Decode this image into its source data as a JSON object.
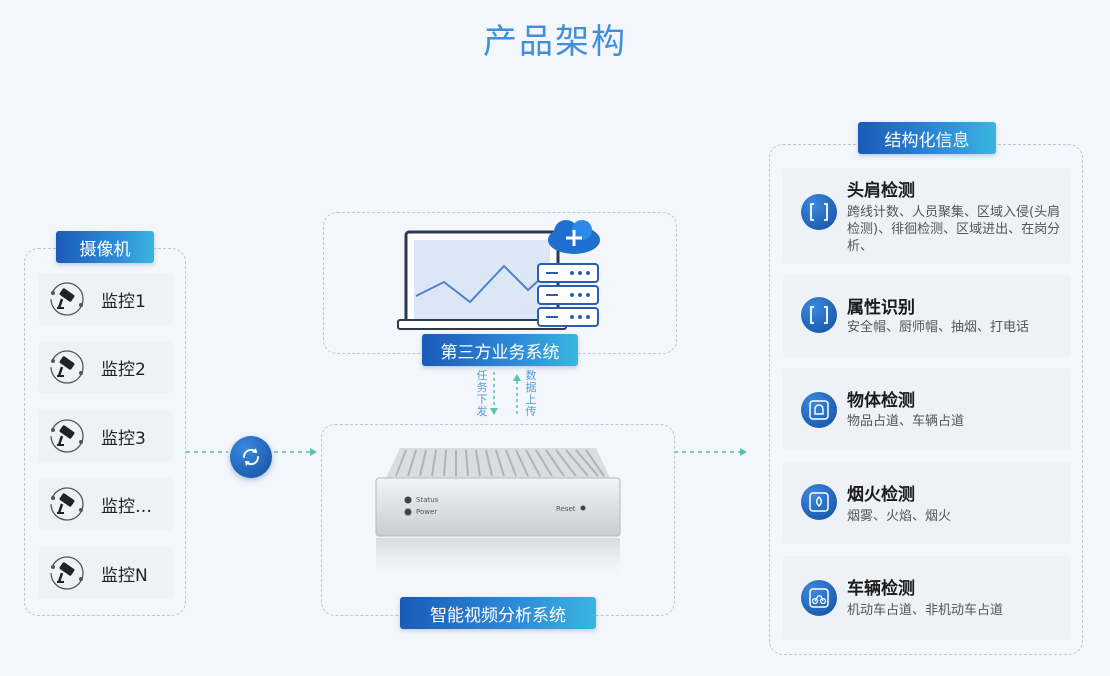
{
  "title": "产品架构",
  "cameras": {
    "label": "摄像机",
    "items": [
      "监控1",
      "监控2",
      "监控3",
      "监控…",
      "监控N"
    ]
  },
  "third_party": {
    "label": "第三方业务系统"
  },
  "video_system": {
    "label": "智能视频分析系统",
    "device_labels": {
      "status": "Status",
      "power": "Power",
      "reset": "Reset"
    }
  },
  "flows": {
    "down": "任务下发",
    "up": "数据上传"
  },
  "structured": {
    "label": "结构化信息",
    "items": [
      {
        "title": "头肩检测",
        "desc": "跨线计数、人员聚集、区域入侵(头肩检测)、徘徊检测、区域进出、在岗分析、",
        "icon": "bracket-icon"
      },
      {
        "title": "属性识别",
        "desc": "安全帽、厨师帽、抽烟、打电话",
        "icon": "bracket-icon"
      },
      {
        "title": "物体检测",
        "desc": "物品占道、车辆占道",
        "icon": "bell-box-icon"
      },
      {
        "title": "烟火检测",
        "desc": "烟雾、火焰、烟火",
        "icon": "flame-box-icon"
      },
      {
        "title": "车辆检测",
        "desc": "机动车占道、非机动车占道",
        "icon": "bike-box-icon"
      }
    ]
  },
  "colors": {
    "accent": "#3f8fdc",
    "pill_dark": "#1a5bb8",
    "pill_light": "#39b6e0",
    "dash": "#b7c8d8",
    "flow": "#5bbfb5"
  }
}
